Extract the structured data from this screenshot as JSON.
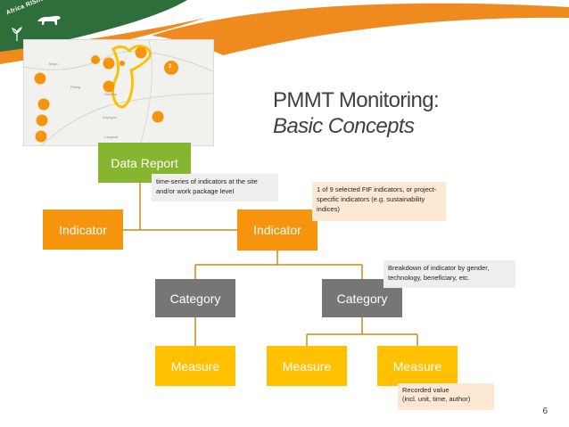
{
  "header": {
    "brand": "Africa RISING",
    "colors": {
      "green": "#2e6e3a",
      "orange": "#ef8a1e"
    }
  },
  "map": {
    "labels": [
      "Mayo",
      "Riesig",
      "Hadoha",
      "Kayngan",
      "Langwat"
    ],
    "cluster_count": "2"
  },
  "title": {
    "line1": "PMMT Monitoring:",
    "line2": "Basic Concepts"
  },
  "diagram": {
    "data_report": "Data Report",
    "indicator_left": "Indicator",
    "indicator_right": "Indicator",
    "category_left": "Category",
    "category_right": "Category",
    "measure_1": "Measure",
    "measure_2": "Measure",
    "measure_3": "Measure"
  },
  "notes": {
    "data_report_note": "time-series of indicators at the site and/or work package level",
    "indicator_note": "1 of 9 selected FtF indicators, or project-specific indicators (e.g. sustainability indices)",
    "category_note": "Breakdown of indicator by gender, technology, beneficiary, etc.",
    "measure_note_1": "Recorded value",
    "measure_note_2": "(incl. unit, time, author)"
  },
  "page_number": "6",
  "colors": {
    "green_box": "#86b52f",
    "orange_box": "#f7940d",
    "grey_box": "#767676",
    "yellow_box": "#ffc000",
    "connector": "#c58a1d"
  }
}
